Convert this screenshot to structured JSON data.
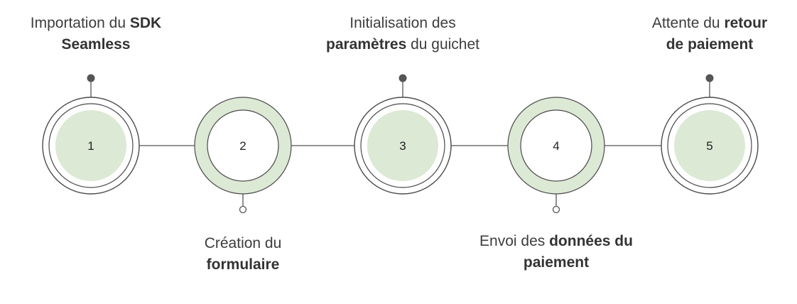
{
  "colors": {
    "fill_green": "#dce9d5",
    "stroke": "#4a4a4a",
    "connector": "#555555",
    "dot": "#555555",
    "text": "#3d3d3d"
  },
  "steps": [
    {
      "number": "1",
      "style": "outline-ring-green-center",
      "pin": "top-filled",
      "label": [
        {
          "text": "Importation du ",
          "bold": false
        },
        {
          "text": "SDK",
          "bold": true
        },
        {
          "text": "\n",
          "bold": false
        },
        {
          "text": "Seamless",
          "bold": true
        }
      ]
    },
    {
      "number": "2",
      "style": "green-ring-white-center",
      "pin": "bottom-hollow",
      "label": [
        {
          "text": "Création du",
          "bold": false
        },
        {
          "text": "\n",
          "bold": false
        },
        {
          "text": "formulaire",
          "bold": true
        }
      ]
    },
    {
      "number": "3",
      "style": "outline-ring-green-center",
      "pin": "top-filled",
      "label": [
        {
          "text": "Initialisation des",
          "bold": false
        },
        {
          "text": "\n",
          "bold": false
        },
        {
          "text": "paramètres",
          "bold": true
        },
        {
          "text": " du guichet",
          "bold": false
        }
      ]
    },
    {
      "number": "4",
      "style": "green-ring-white-center",
      "pin": "bottom-hollow",
      "label": [
        {
          "text": "Envoi des ",
          "bold": false
        },
        {
          "text": "données du",
          "bold": true
        },
        {
          "text": "\n",
          "bold": false
        },
        {
          "text": "paiement",
          "bold": true
        }
      ]
    },
    {
      "number": "5",
      "style": "outline-ring-green-center",
      "pin": "top-filled",
      "label": [
        {
          "text": "Attente du ",
          "bold": false
        },
        {
          "text": "retour",
          "bold": true
        },
        {
          "text": "\n",
          "bold": false
        },
        {
          "text": "de paiement",
          "bold": true
        }
      ]
    }
  ]
}
